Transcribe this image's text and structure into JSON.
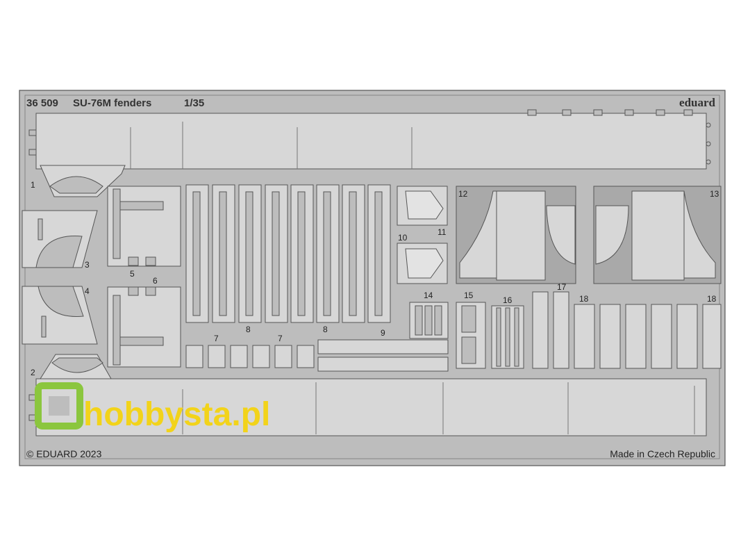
{
  "header": {
    "code": "36 509",
    "title": "SU-76M fenders",
    "scale": "1/35",
    "brand": "eduard"
  },
  "footer": {
    "copyright": "© EDUARD 2023",
    "origin": "Made in Czech Republic"
  },
  "watermark": {
    "text": "hobbysta.pl",
    "color": "#f2d31a",
    "logo_color": "#8bc63e"
  },
  "part_labels": {
    "p1": "1",
    "p2": "2",
    "p3": "3",
    "p4": "4",
    "p5": "5",
    "p6": "6",
    "p7a": "7",
    "p7b": "7",
    "p8a": "8",
    "p8b": "8",
    "p9": "9",
    "p10": "10",
    "p11": "11",
    "p12": "12",
    "p13": "13",
    "p14": "14",
    "p15": "15",
    "p16": "16",
    "p17": "17",
    "p18a": "18",
    "p18b": "18"
  },
  "colors": {
    "fret": "#bdbdbd",
    "part": "#d7d7d7",
    "outline": "#555555"
  }
}
